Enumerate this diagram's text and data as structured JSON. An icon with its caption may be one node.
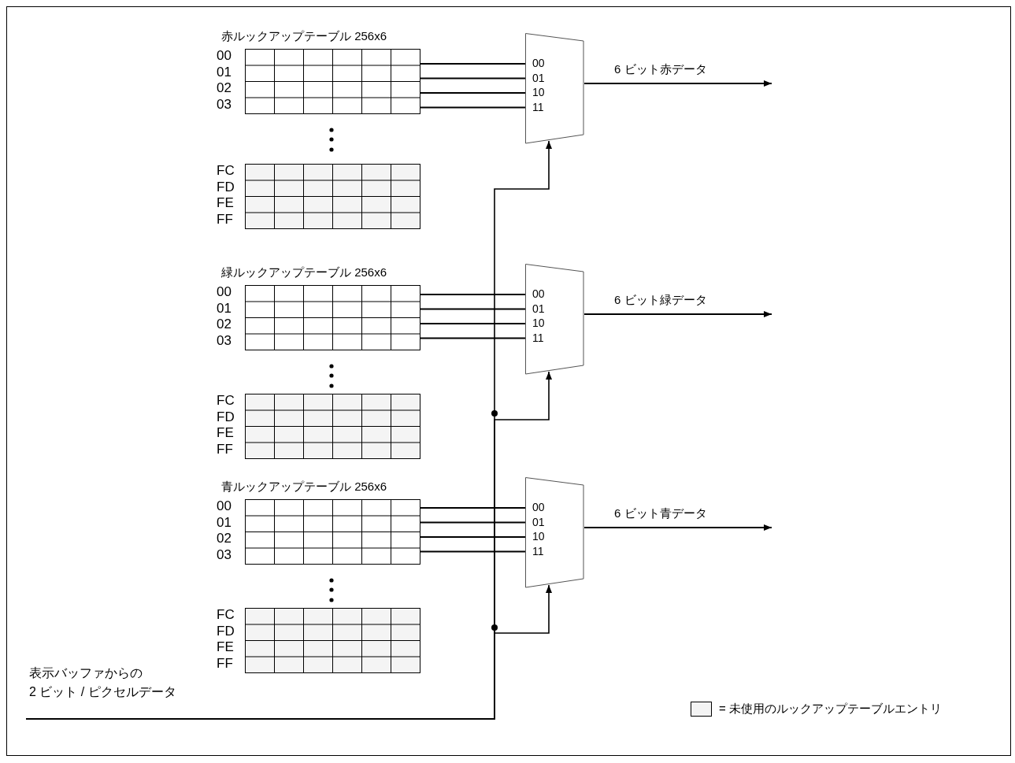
{
  "diagram": {
    "nodes": [
      {
        "text": [
          "赤ルックアップテーブル 256x6"
        ],
        "beside": [
          "00",
          "01",
          "02",
          "03"
        ]
      },
      {
        "text": [],
        "shape": "box",
        "beside": [
          "FC",
          "FD",
          "FE",
          "FF"
        ]
      },
      {
        "text": [
          "00",
          "01",
          "10",
          "11"
        ]
      },
      {
        "text": [
          "緑ルックアップテーブル 256x6"
        ],
        "beside": [
          "00",
          "01",
          "02",
          "03"
        ]
      },
      {
        "text": [],
        "shape": "box",
        "beside": [
          "FC",
          "FD",
          "FE",
          "FF"
        ]
      },
      {
        "text": [
          "00",
          "01",
          "10",
          "11"
        ]
      },
      {
        "text": [
          "青ルックアップテーブル 256x6"
        ],
        "beside": [
          "00",
          "01",
          "02",
          "03"
        ]
      },
      {
        "text": [],
        "shape": "box",
        "beside": [
          "FC",
          "FD",
          "FE",
          "FF"
        ]
      },
      {
        "text": [
          "00",
          "01",
          "10",
          "11"
        ]
      },
      {
        "text": [
          "表示バッファからの2 ビット / ピクセルデータ"
        ]
      }
    ],
    "edges": [
      {
        "from": 0,
        "to": 2,
        "arrow": "none"
      },
      {
        "from": 0,
        "to": 2,
        "arrow": "none"
      },
      {
        "from": 0,
        "to": 2,
        "arrow": "none"
      },
      {
        "from": 0,
        "to": 2,
        "arrow": "none"
      },
      {
        "from": 2,
        "to": null,
        "arrow": "to",
        "label": "6 ビット赤データ"
      },
      {
        "from": 3,
        "to": 5,
        "arrow": "none"
      },
      {
        "from": 3,
        "to": 5,
        "arrow": "none"
      },
      {
        "from": 3,
        "to": 5,
        "arrow": "none"
      },
      {
        "from": 3,
        "to": 5,
        "arrow": "none"
      },
      {
        "from": 5,
        "to": null,
        "arrow": "to",
        "label": "6 ビット緑データ"
      },
      {
        "from": 6,
        "to": 8,
        "arrow": "none"
      },
      {
        "from": 6,
        "to": 8,
        "arrow": "none"
      },
      {
        "from": 6,
        "to": 8,
        "arrow": "none"
      },
      {
        "from": 6,
        "to": 8,
        "arrow": "none"
      },
      {
        "from": 8,
        "to": null,
        "arrow": "to",
        "label": "6 ビット青データ"
      },
      {
        "from": 9,
        "to": 2,
        "arrow": "to"
      },
      {
        "from": 9,
        "to": 5,
        "arrow": "to"
      },
      {
        "from": 9,
        "to": 8,
        "arrow": "to"
      }
    ],
    "legend": [
      {
        "text": "= 未使用のルックアップテーブルエントリ",
        "color": "#f4f4f4"
      }
    ]
  }
}
